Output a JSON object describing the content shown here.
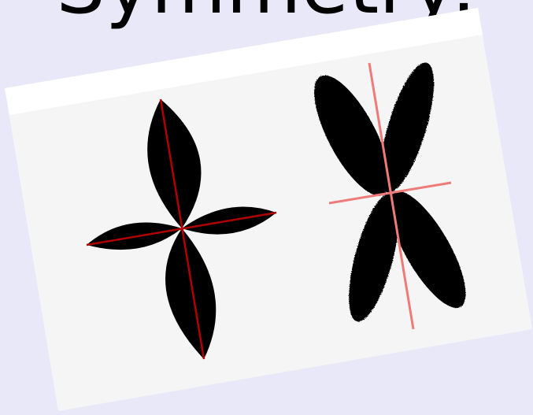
{
  "title": "Symmetry:",
  "colors": {
    "background": "#e9e8f8",
    "card": "#f5f5f5",
    "card_top_band": "#ffffff",
    "shape_fill": "#000000",
    "axis_left": "#b00000",
    "axis_right": "#ef7a7a"
  },
  "figures": [
    {
      "name": "four-petal-shape",
      "symmetry_axes": 2
    },
    {
      "name": "x-shape",
      "symmetry_axes": 2
    }
  ]
}
